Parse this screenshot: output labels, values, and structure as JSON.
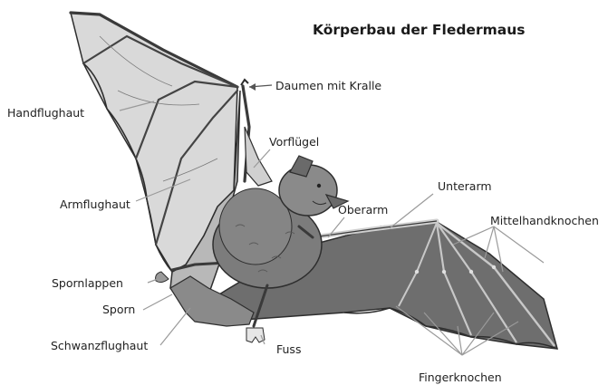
{
  "title": "Körperbau der Fledermaus",
  "labels": {
    "handflughaut": "Handflughaut",
    "armflughaut": "Armflughaut",
    "spornlappen": "Spornlappen",
    "sporn": "Sporn",
    "schwanzflughaut": "Schwanzflughaut",
    "daumen": "Daumen mit Kralle",
    "vorfluegel": "Vorflügel",
    "oberarm": "Oberarm",
    "unterarm": "Unterarm",
    "mittelhandknochen": "Mittelhandknochen",
    "fingerknochen": "Fingerknochen",
    "fuss": "Fuss"
  },
  "colors": {
    "membrane_hand": "#d9d9d9",
    "membrane_arm": "#b8b8b8",
    "membrane_right": "#6e6e6e",
    "body": "#7c7c7c",
    "outline": "#2e2e2e",
    "pointer": "#9a9a9a"
  }
}
